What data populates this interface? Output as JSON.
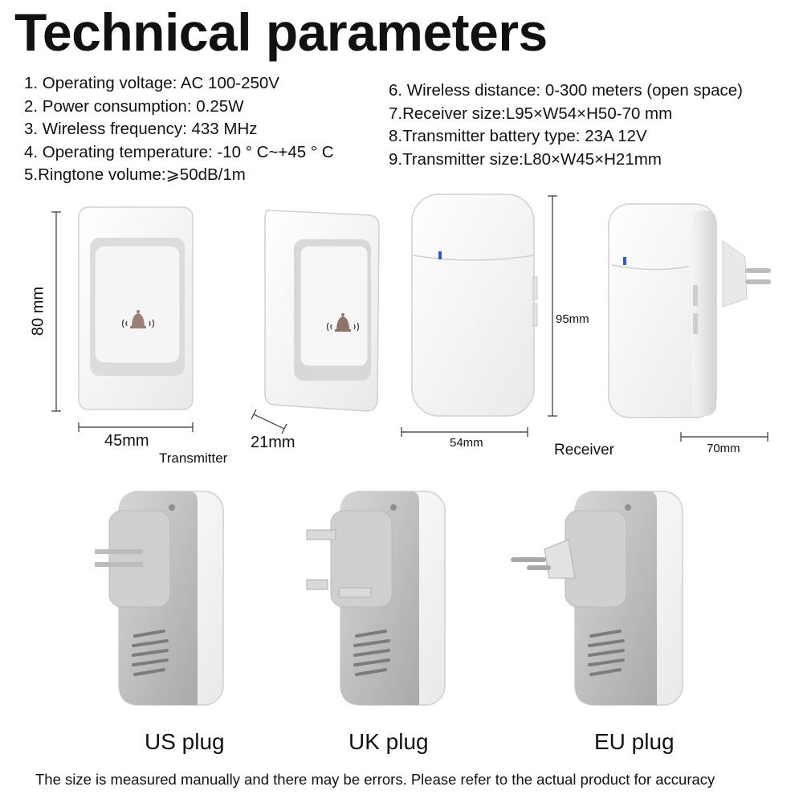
{
  "title": "Technical parameters",
  "specs_left": [
    "1. Operating voltage: AC 100-250V",
    "2. Power consumption: 0.25W",
    "3. Wireless frequency: 433 MHz",
    "4. Operating temperature: -10 ° C~+45 ° C",
    "5.Ringtone volume:⩾50dB/1m"
  ],
  "specs_right": [
    "6. Wireless distance: 0-300 meters (open space)",
    "7.Receiver size:L95×W54×H50-70 mm",
    "8.Transmitter battery type: 23A 12V",
    "9.Transmitter size:L80×W45×H21mm"
  ],
  "dimensions": {
    "tx_height": "80 mm",
    "tx_width": "45mm",
    "tx_depth": "21mm",
    "tx_label": "Transmitter",
    "rx_height": "95mm",
    "rx_width": "54mm",
    "rx_label": "Receiver",
    "rx_depth": "70mm"
  },
  "plugs": [
    "US plug",
    "UK plug",
    "EU plug"
  ],
  "disclaimer": "The size is measured manually and there may be errors. Please refer to the actual product for accuracy",
  "icons": [
    "bell-icon",
    "led-indicator-icon",
    "speaker-grille-icon"
  ],
  "colors": {
    "text": "#111111",
    "device_white": "#ffffff",
    "device_grey": "#c9c9c9",
    "led_blue": "#2a5bd7"
  }
}
